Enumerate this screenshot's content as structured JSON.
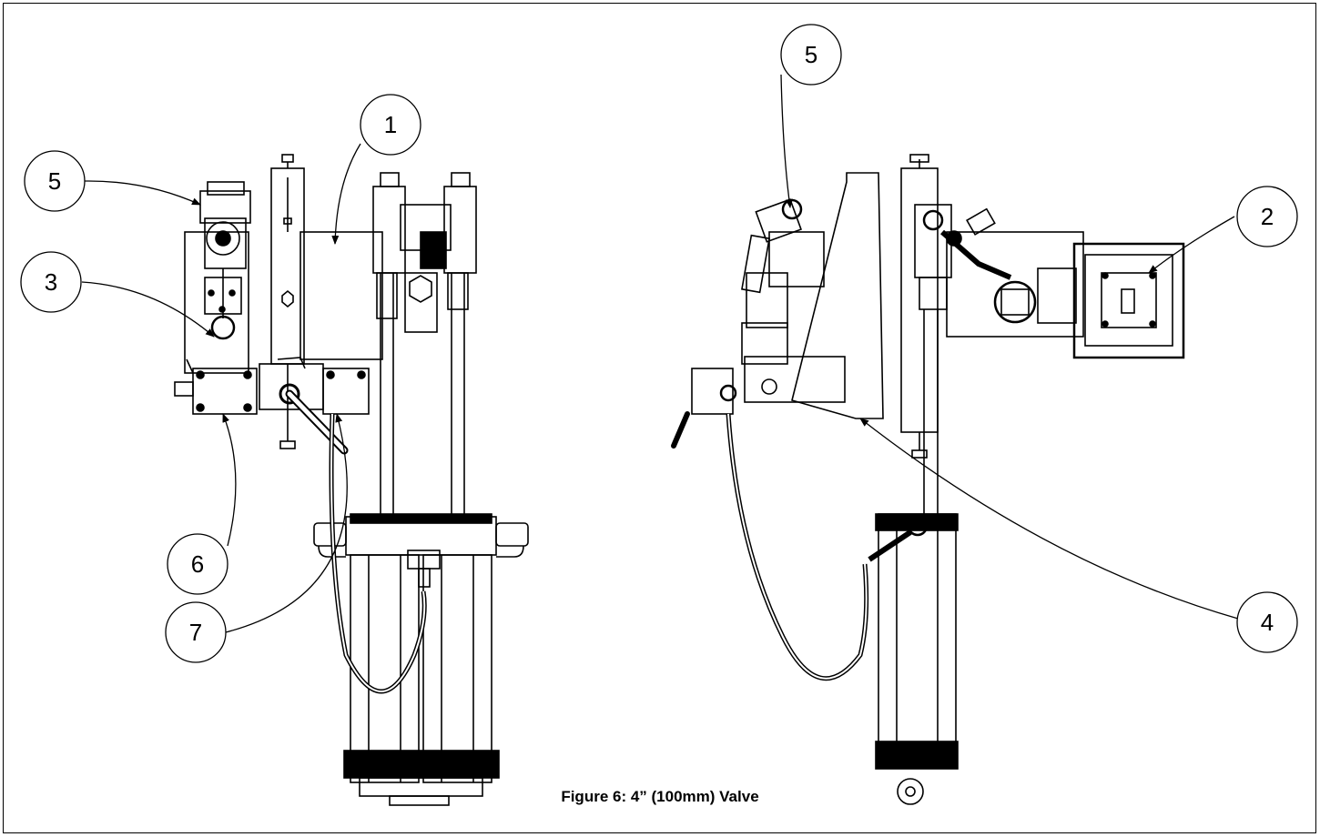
{
  "caption": "Figure 6: 4” (100mm) Valve",
  "callouts": {
    "left_view": [
      "5",
      "3",
      "1",
      "6",
      "7"
    ],
    "right_view": [
      "5",
      "2",
      "4"
    ]
  },
  "colors": {
    "line": "#000000",
    "background": "#ffffff"
  }
}
